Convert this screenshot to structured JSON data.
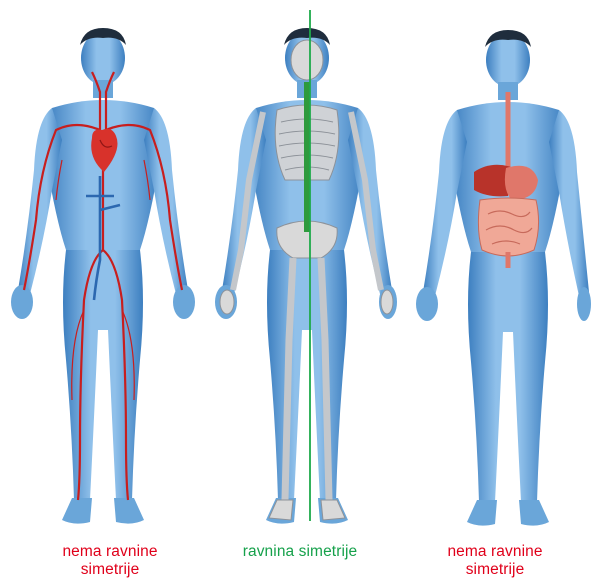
{
  "figures": [
    {
      "id": "circulatory",
      "caption_line1": "nema ravnine",
      "caption_line2": "simetrije",
      "caption_color": "#e0001a"
    },
    {
      "id": "skeletal",
      "caption_line1": "ravnina simetrije",
      "caption_line2": "",
      "caption_color": "#16a14b"
    },
    {
      "id": "digestive",
      "caption_line1": "nema ravnine",
      "caption_line2": "simetrije",
      "caption_color": "#e0001a"
    }
  ],
  "colors": {
    "body_light": "#a9cfee",
    "body_mid": "#6aa6d9",
    "body_dark": "#2f6aa8",
    "hair": "#1f2d3d",
    "artery_red": "#c81e1e",
    "vein_blue": "#2c68b0",
    "heart": "#d8322b",
    "bone": "#d9d9d9",
    "bone_dark": "#8d9299",
    "symmetry_line": "#1eaa4a",
    "spine_green": "#2e9a3d",
    "stomach": "#e0776a",
    "intestine": "#f0a897",
    "liver": "#b8332a"
  }
}
